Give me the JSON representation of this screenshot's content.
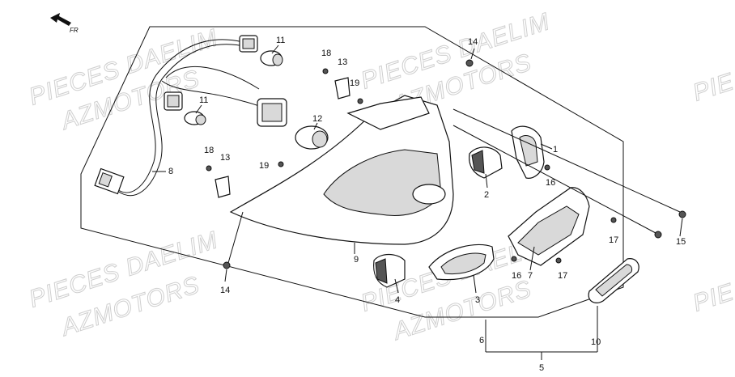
{
  "watermarks": [
    "PIECES DAELIM",
    "AZMOTORS",
    "PIECES DAELIM",
    "AZMOTORS",
    "PIECES DAELIM",
    "AZMOTORS",
    "PIECES DAELIM",
    "AZMOTORS",
    "PIE",
    "PIE"
  ],
  "direction_label": "FR",
  "callouts": [
    "1",
    "2",
    "3",
    "4",
    "5",
    "6",
    "7",
    "8",
    "9",
    "10",
    "11",
    "11",
    "12",
    "13",
    "13",
    "14",
    "14",
    "15",
    "16",
    "16",
    "17",
    "17",
    "18",
    "18",
    "19",
    "19"
  ]
}
